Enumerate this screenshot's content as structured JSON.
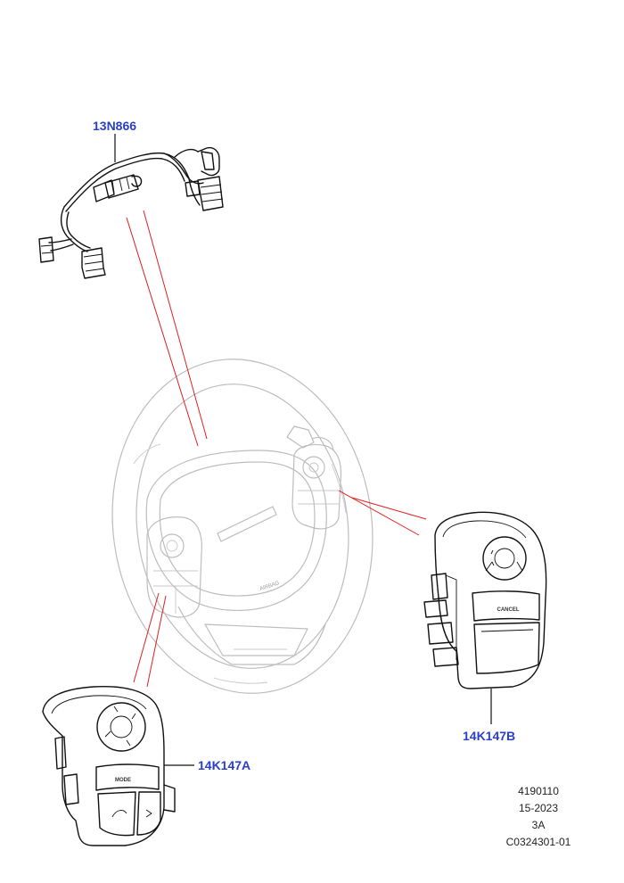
{
  "callouts": {
    "harness": "13N866",
    "left_switch": "14K147A",
    "right_switch": "14K147B"
  },
  "meta": {
    "line1": "4190110",
    "line2": "15-2023",
    "line3": "3A",
    "line4": "C0324301-01"
  },
  "labels": {
    "airbag": "AIRBAG",
    "mode": "MODE",
    "cancel": "CANCEL"
  },
  "colors": {
    "callout": "#2a3fc7",
    "leader_red": "#e02020",
    "ghost_wheel": "#bdbdbd"
  }
}
